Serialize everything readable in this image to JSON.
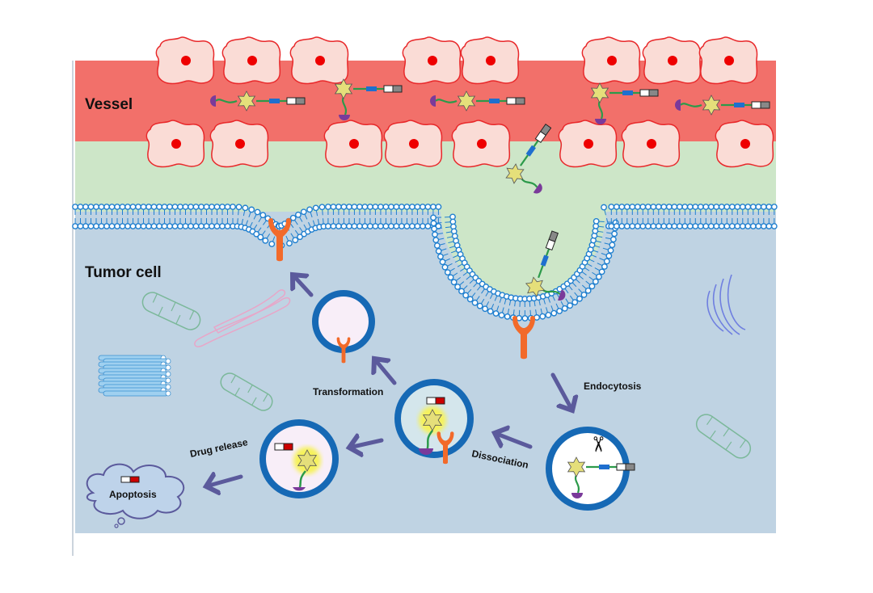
{
  "labels": {
    "vessel": "Vessel",
    "tumor_cell": "Tumor cell",
    "endocytosis": "Endocytosis",
    "transformation": "Transformation",
    "dissociation": "Dissociation",
    "drug_release": "Drug release",
    "apoptosis": "Apoptosis"
  },
  "colors": {
    "vessel": "#f2706a",
    "interstitium": "#cde6c8",
    "tumor": "#bfd3e3",
    "membrane": "#1f7fcf",
    "receptor": "#f26a2a",
    "vesicle_ring": "#1669b5",
    "arrow": "#5b5a9c",
    "cell_fill": "#fadcd6",
    "cell_edge": "#e8282a",
    "nucleus": "#ee0000"
  },
  "icons": [
    "endothelial-cell",
    "drug-conjugate",
    "receptor",
    "scissors-icon",
    "mitochondrion",
    "endoplasmic-reticulum",
    "microtubules",
    "golgi-apparatus",
    "apoptosis-cloud"
  ]
}
